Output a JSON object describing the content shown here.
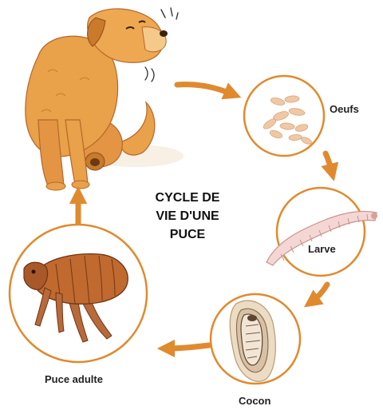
{
  "title_lines": [
    "CYCLE DE",
    "VIE D'UNE",
    "PUCE"
  ],
  "stages": [
    {
      "id": "oeufs",
      "label": "Oeufs",
      "icon": "eggs-icon"
    },
    {
      "id": "larve",
      "label": "Larve",
      "icon": "larva-icon"
    },
    {
      "id": "cocon",
      "label": "Cocon",
      "icon": "cocoon-icon"
    },
    {
      "id": "adulte",
      "label": "Puce adulte",
      "icon": "adult-flea-icon"
    }
  ],
  "host_icon": "scratching-dog-icon",
  "colors": {
    "arrow": "#e08a2e",
    "circle_border": "#e08a2e",
    "dog_fur": "#e9a14a",
    "dog_shadow": "#c97a2b",
    "text": "#222222"
  }
}
